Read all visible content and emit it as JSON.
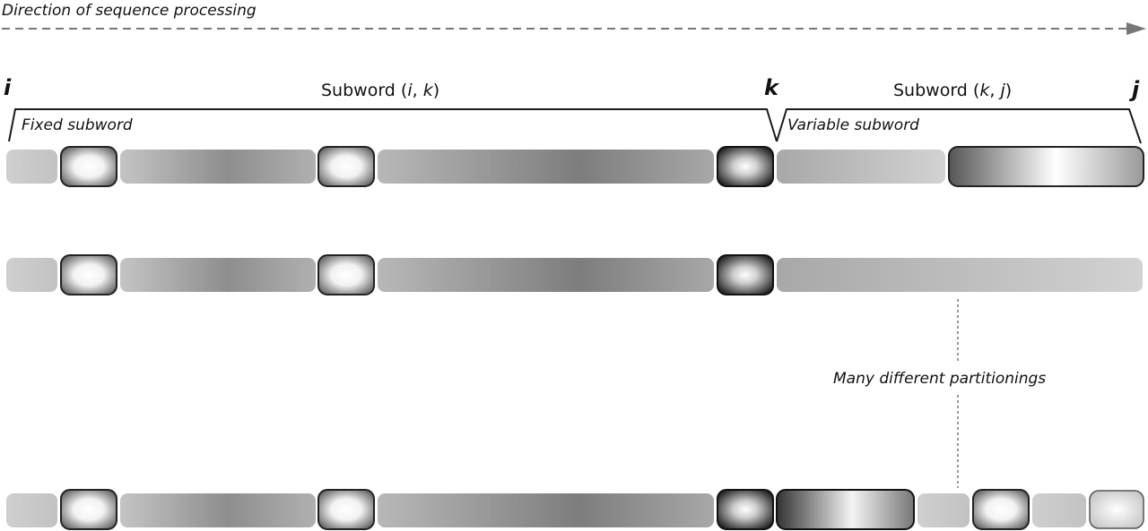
{
  "direction_label": "Direction of sequence processing",
  "markers": {
    "i": "i",
    "k": "k",
    "j": "j"
  },
  "subword_ik": {
    "prefix": "Subword (",
    "a": "i",
    "sep": ", ",
    "b": "k",
    "suffix": ")"
  },
  "subword_kj": {
    "prefix": "Subword (",
    "a": "k",
    "sep": ", ",
    "b": "j",
    "suffix": ")"
  },
  "fixed_label": "Fixed subword",
  "variable_label": "Variable subword",
  "partition_note": "Many different partitionings",
  "colors": {
    "arrow": "#777777",
    "bracket": "#1a1a1a",
    "segment_edge": "#222222"
  }
}
